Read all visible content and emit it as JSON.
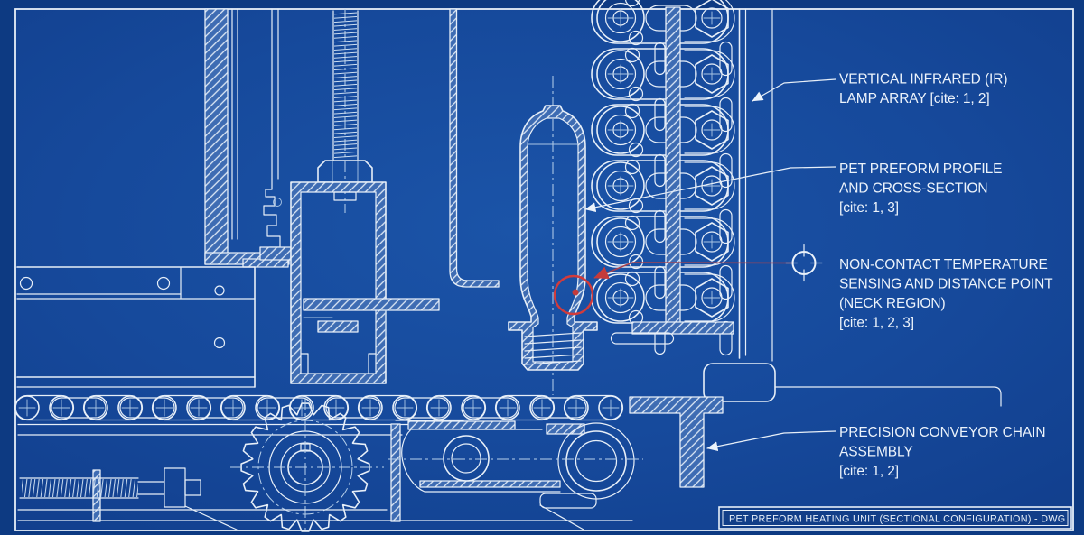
{
  "title_block": {
    "text": "PET PREFORM HEATING UNIT (SECTIONAL CONFIGURATION) - DWG"
  },
  "annotations": [
    {
      "id": "ir-lamp-array",
      "lines": [
        "VERTICAL INFRARED (IR)",
        "LAMP ARRAY [cite: 1, 2]"
      ]
    },
    {
      "id": "pet-preform",
      "lines": [
        "PET PREFORM PROFILE",
        "AND CROSS-SECTION",
        "[cite: 1, 3]"
      ]
    },
    {
      "id": "temp-sensing",
      "lines": [
        "NON-CONTACT TEMPERATURE",
        "SENSING AND DISTANCE POINT",
        "(NECK REGION)",
        "[cite: 1, 2, 3]"
      ]
    },
    {
      "id": "conveyor-chain",
      "lines": [
        "PRECISION CONVEYOR CHAIN",
        "ASSEMBLY",
        "[cite: 1, 2]"
      ]
    }
  ],
  "colors": {
    "margin": "#0d3a82",
    "field": "#16499b",
    "line": "#e7eff8",
    "accent_red": "#d23b3b"
  }
}
